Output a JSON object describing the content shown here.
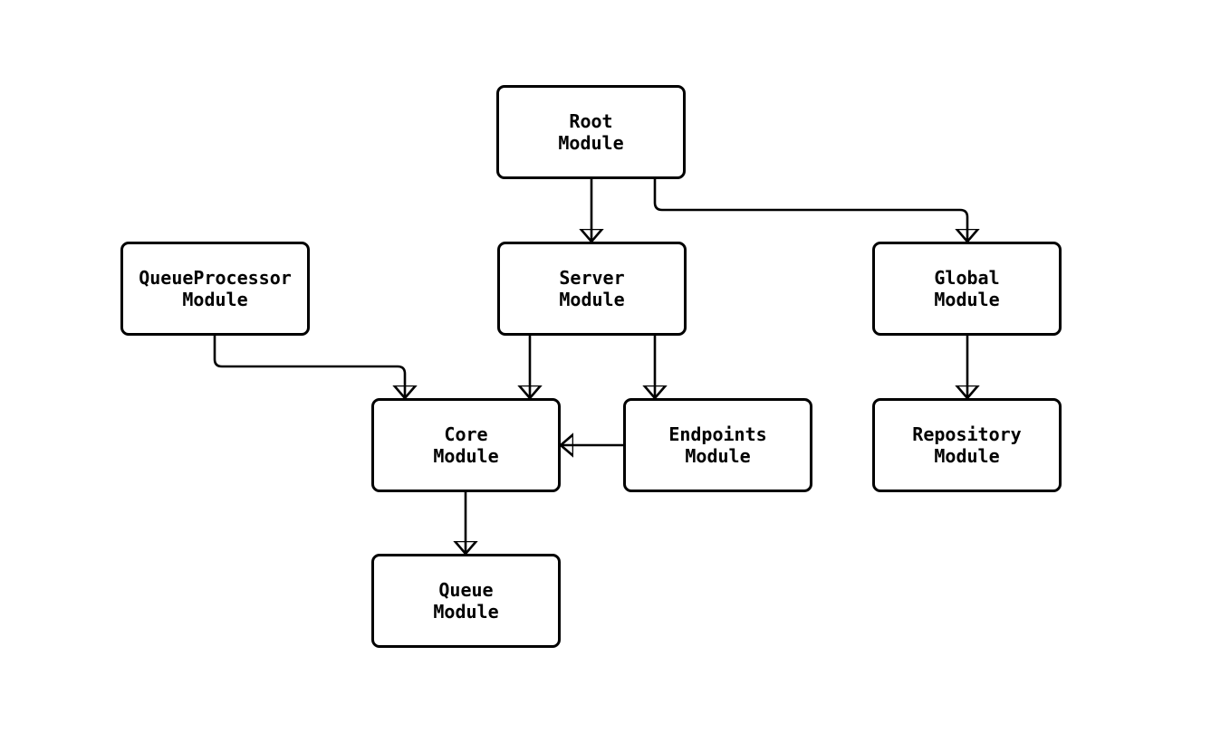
{
  "diagram": {
    "type": "module-dependency-graph",
    "background_color": "#ffffff",
    "stroke_color": "#000000",
    "text_color": "#000000",
    "nodes": [
      {
        "id": "root",
        "label": "Root\nModule"
      },
      {
        "id": "queueprocessor",
        "label": "QueueProcessor\nModule"
      },
      {
        "id": "server",
        "label": "Server\nModule"
      },
      {
        "id": "global",
        "label": "Global\nModule"
      },
      {
        "id": "core",
        "label": "Core\nModule"
      },
      {
        "id": "endpoints",
        "label": "Endpoints\nModule"
      },
      {
        "id": "repository",
        "label": "Repository\nModule"
      },
      {
        "id": "queue",
        "label": "Queue\nModule"
      }
    ],
    "edges": [
      {
        "from": "Root Module",
        "to": "Server Module"
      },
      {
        "from": "Root Module",
        "to": "Global Module"
      },
      {
        "from": "QueueProcessor Module",
        "to": "Core Module"
      },
      {
        "from": "Server Module",
        "to": "Core Module"
      },
      {
        "from": "Server Module",
        "to": "Endpoints Module"
      },
      {
        "from": "Endpoints Module",
        "to": "Core Module"
      },
      {
        "from": "Global Module",
        "to": "Repository Module"
      },
      {
        "from": "Core Module",
        "to": "Queue Module"
      }
    ]
  }
}
